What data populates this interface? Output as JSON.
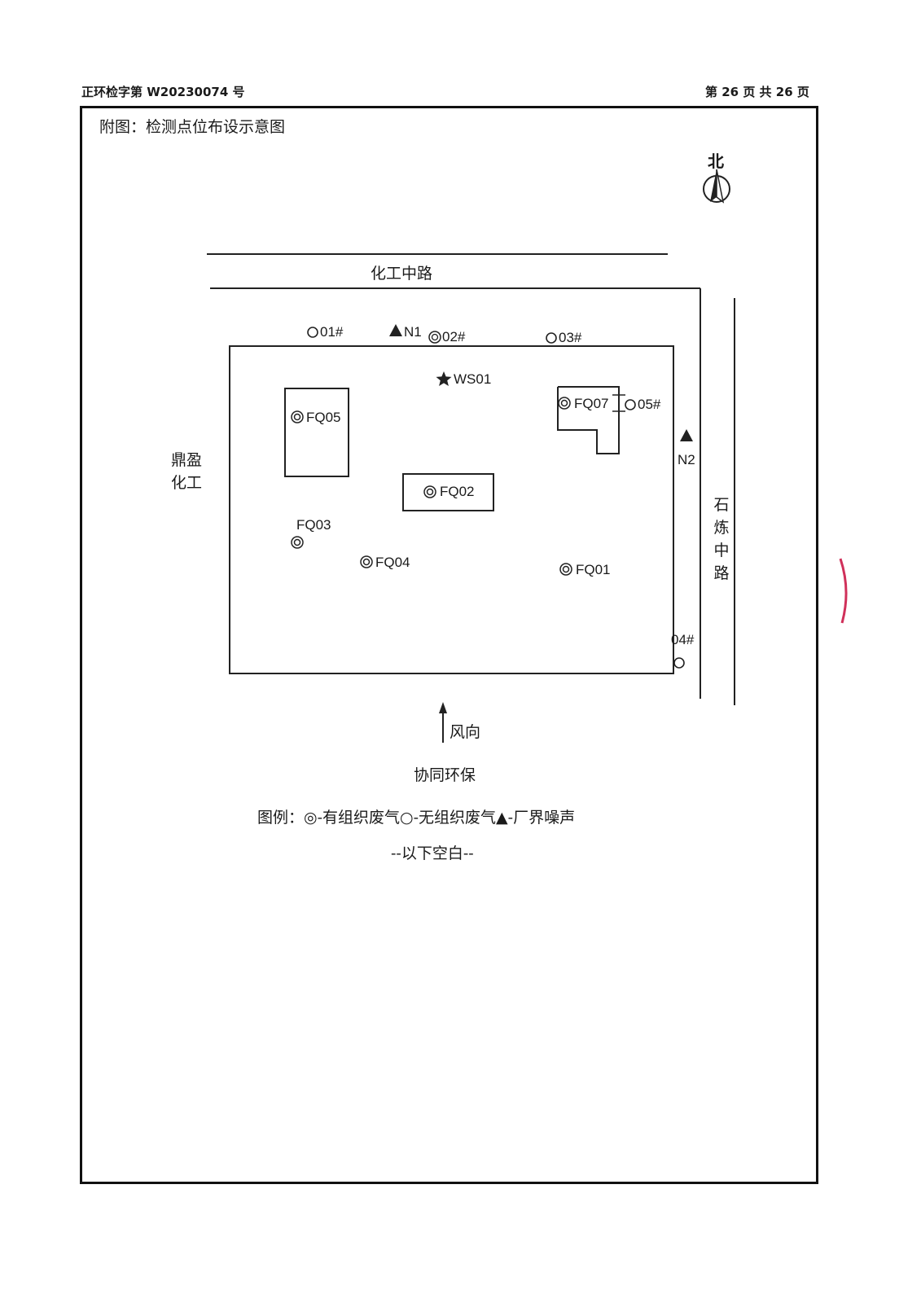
{
  "header": {
    "report_no": "正环检字第 W20230074 号",
    "page_info": "第 26 页 共 26 页"
  },
  "figure": {
    "caption": "附图：检测点位布设示意图",
    "north_label": "北",
    "roads": {
      "north": "化工中路",
      "east": [
        "石",
        "炼",
        "中",
        "路"
      ]
    },
    "neighbor_west": [
      "鼎盈",
      "化工"
    ],
    "neighbor_south": "协同环保",
    "wind_label": "风向",
    "points": {
      "unorganized": [
        "01#",
        "02#",
        "03#",
        "04#",
        "05#"
      ],
      "organized": [
        "FQ01",
        "FQ02",
        "FQ03",
        "FQ04",
        "FQ05",
        "FQ07"
      ],
      "noise": [
        "N1",
        "N2"
      ],
      "water": "WS01"
    },
    "legend": {
      "prefix": "图例：",
      "organized": "-有组织废气",
      "unorganized": "-无组织废气",
      "noise": "-厂界噪声"
    },
    "end_note": "--以下空白--"
  }
}
